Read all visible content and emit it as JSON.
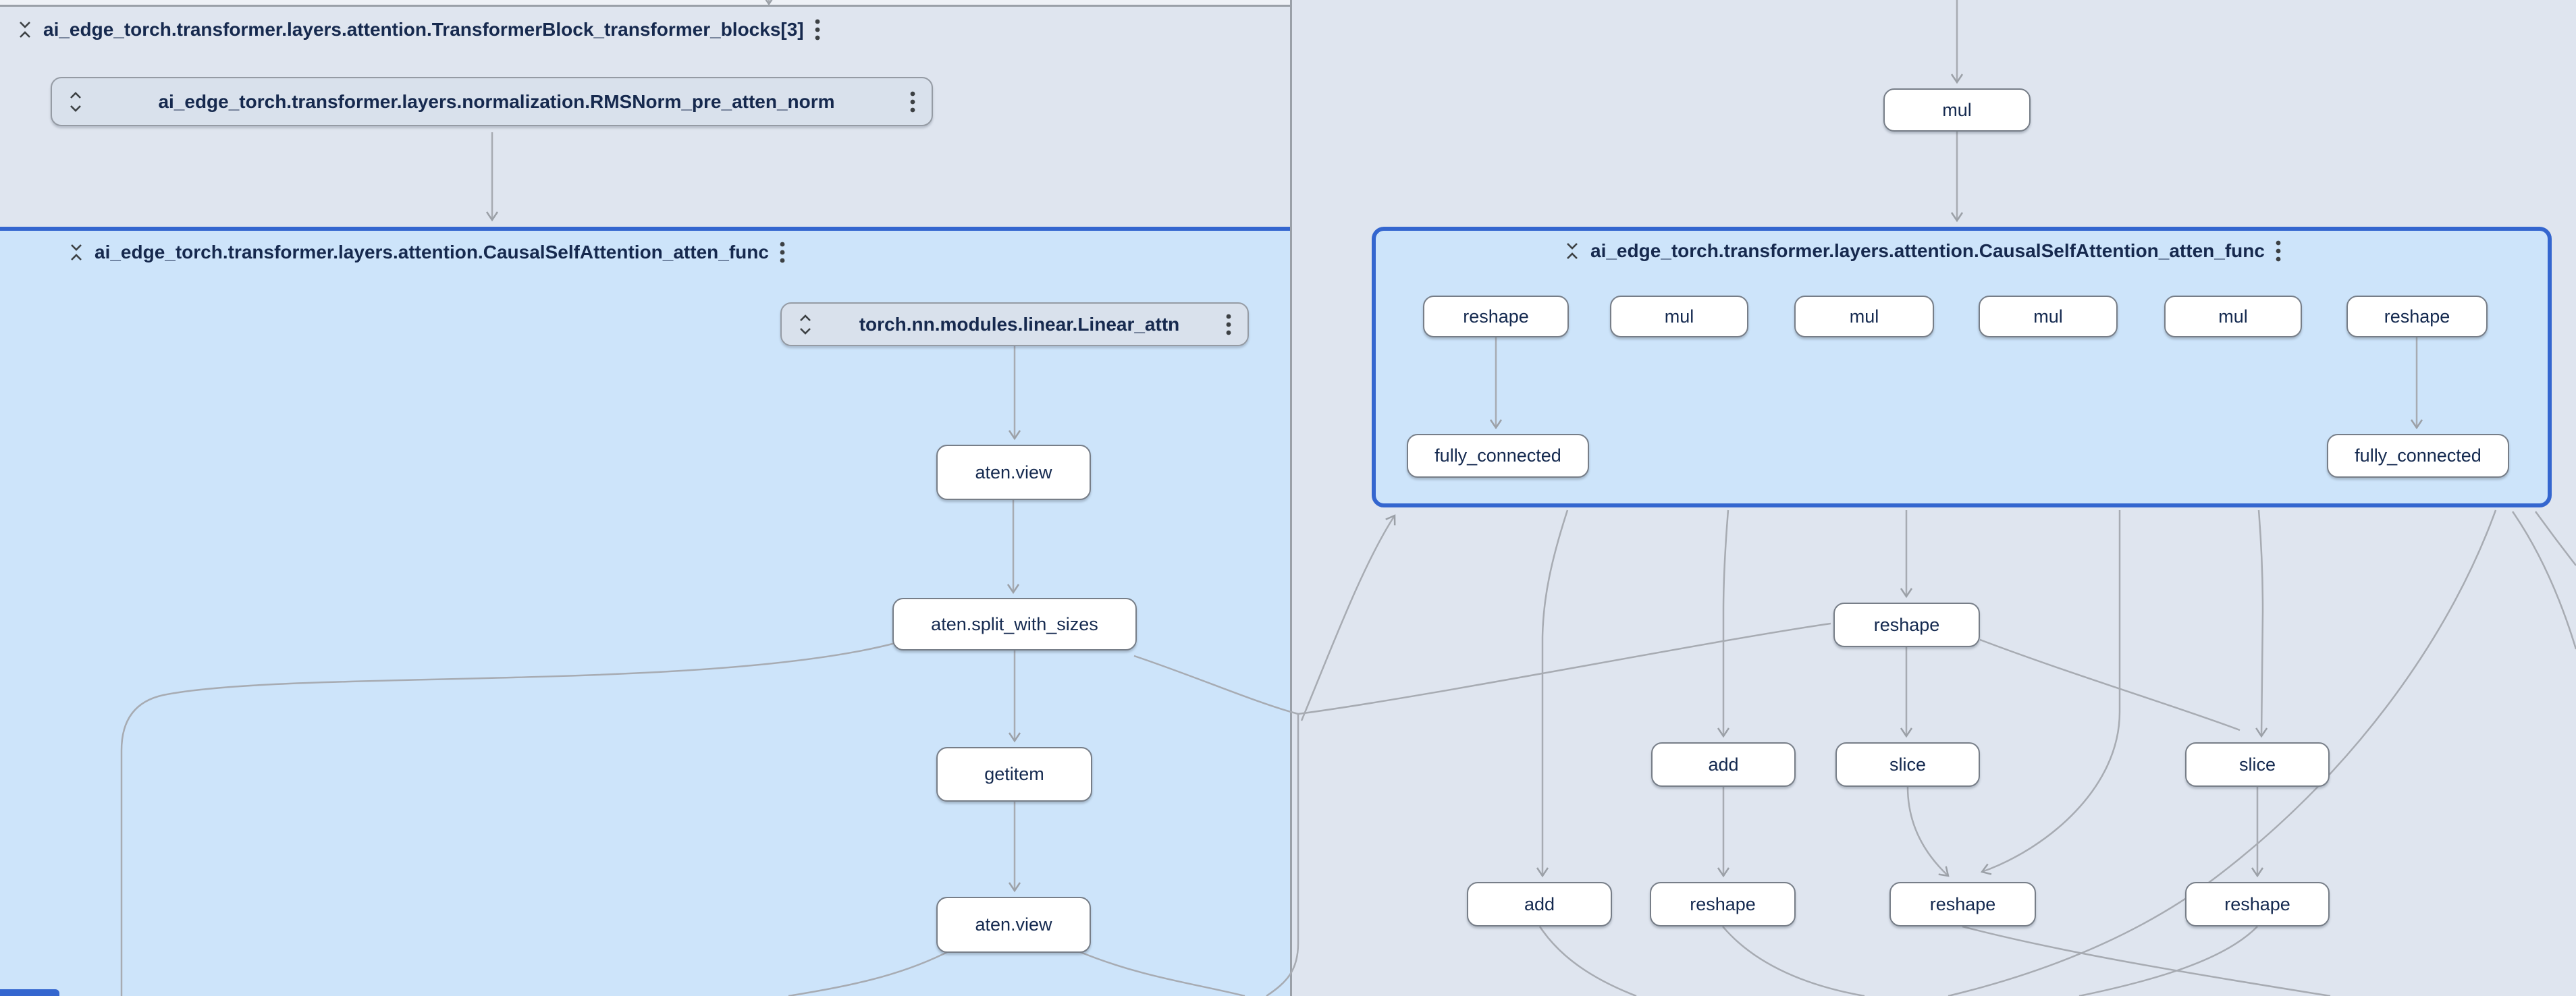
{
  "app": {
    "view": "model graph canvas"
  },
  "colors": {
    "accent_selected_border": "#3466cf",
    "group_fill": "#cde4fa",
    "canvas_bg": "#dfe5ef",
    "outer_strip_bg": "#eef1f6",
    "op_node_fill": "#ffffff",
    "collapsed_node_fill": "#d9e1ec",
    "edge": "#a7abb2",
    "title_text": "#16294e",
    "node_text": "#14294f",
    "gray_border": "#9aa0a8"
  },
  "groups": {
    "transformer_block": {
      "title": "ai_edge_torch.transformer.layers.attention.TransformerBlock_transformer_blocks[3]",
      "state": "expanded"
    },
    "rms_norm": {
      "title": "ai_edge_torch.transformer.layers.normalization.RMSNorm_pre_atten_norm",
      "state": "collapsed"
    },
    "causal_left": {
      "title": "ai_edge_torch.transformer.layers.attention.CausalSelfAttention_atten_func",
      "state": "expanded"
    },
    "linear_attn": {
      "title": "torch.nn.modules.linear.Linear_attn",
      "state": "collapsed"
    },
    "causal_right": {
      "title": "ai_edge_torch.transformer.layers.attention.CausalSelfAttention_atten_func",
      "state": "expanded",
      "selected": true
    }
  },
  "icons": {
    "collapse": "collapse-vertical-icon",
    "expand": "expand-vertical-icon",
    "kebab": "more-vert-icon"
  },
  "op_nodes": [
    {
      "id": "aten_view_1",
      "label": "aten.view"
    },
    {
      "id": "aten_split",
      "label": "aten.split_with_sizes"
    },
    {
      "id": "getitem",
      "label": "getitem"
    },
    {
      "id": "aten_view_2",
      "label": "aten.view"
    },
    {
      "id": "mul_top",
      "label": "mul"
    },
    {
      "id": "reshape_q",
      "label": "reshape"
    },
    {
      "id": "mul_1",
      "label": "mul"
    },
    {
      "id": "mul_2",
      "label": "mul"
    },
    {
      "id": "mul_3",
      "label": "mul"
    },
    {
      "id": "mul_4",
      "label": "mul"
    },
    {
      "id": "reshape_k",
      "label": "reshape"
    },
    {
      "id": "fully_connected_q",
      "label": "fully_connected"
    },
    {
      "id": "fully_connected_k",
      "label": "fully_connected"
    },
    {
      "id": "reshape_mid",
      "label": "reshape"
    },
    {
      "id": "add_1",
      "label": "add"
    },
    {
      "id": "slice_1",
      "label": "slice"
    },
    {
      "id": "slice_2",
      "label": "slice"
    },
    {
      "id": "add_2",
      "label": "add"
    },
    {
      "id": "reshape_b2",
      "label": "reshape"
    },
    {
      "id": "reshape_b3",
      "label": "reshape"
    },
    {
      "id": "reshape_b4",
      "label": "reshape"
    }
  ],
  "edges": [
    [
      "rms_norm",
      "causal_left"
    ],
    [
      "linear_attn",
      "aten_view_1"
    ],
    [
      "aten_view_1",
      "aten_split"
    ],
    [
      "aten_split",
      "getitem"
    ],
    [
      "getitem",
      "aten_view_2"
    ],
    [
      "aten_split",
      "reshape_mid"
    ],
    [
      "mul_top",
      "causal_right"
    ],
    [
      "reshape_q",
      "fully_connected_q"
    ],
    [
      "reshape_k",
      "fully_connected_k"
    ],
    [
      "causal_right",
      "reshape_mid"
    ],
    [
      "causal_right",
      "add_1"
    ],
    [
      "causal_right",
      "add_2"
    ],
    [
      "causal_right",
      "slice_2"
    ],
    [
      "causal_right",
      "reshape_b3"
    ],
    [
      "reshape_mid",
      "slice_1"
    ],
    [
      "reshape_mid",
      "slice_2"
    ],
    [
      "add_1",
      "reshape_b2"
    ],
    [
      "slice_1",
      "reshape_b3"
    ],
    [
      "slice_2",
      "reshape_b4"
    ]
  ]
}
